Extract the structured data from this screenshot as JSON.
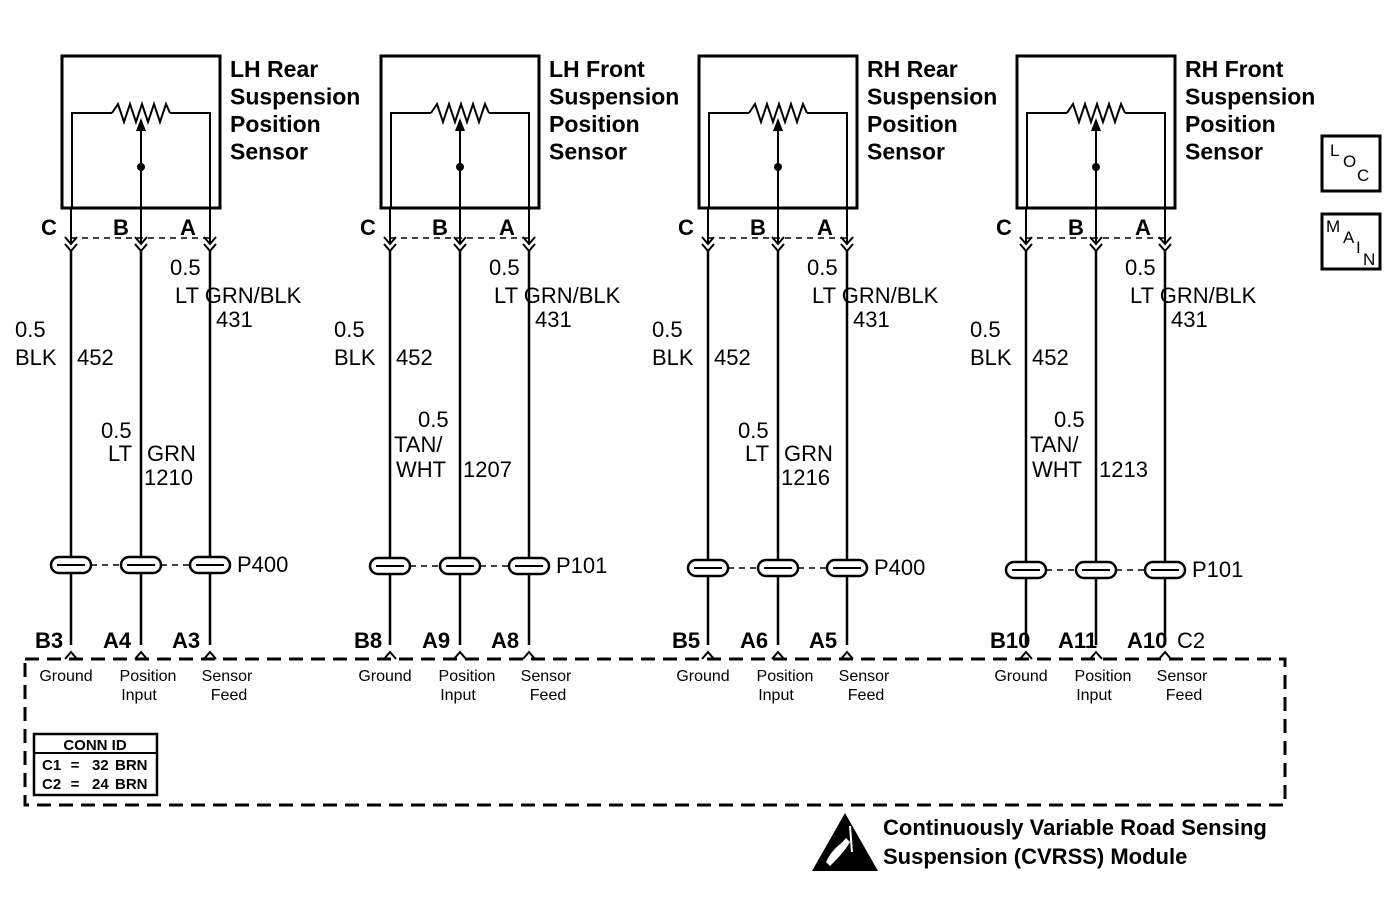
{
  "sensors": [
    {
      "name_lines": [
        "LH Rear",
        "Suspension",
        "Position",
        "Sensor"
      ],
      "pins": {
        "c": "C",
        "b": "B",
        "a": "A"
      },
      "wire_c": {
        "size": "0.5",
        "color_lines": [
          "BLK"
        ],
        "circuit": "452"
      },
      "wire_b": {
        "size": "0.5",
        "color_lines": [
          "LT",
          "GRN"
        ],
        "circuit": "1210"
      },
      "wire_a": {
        "size": "0.5",
        "color_lines": [
          "LT GRN/BLK"
        ],
        "circuit": "431"
      },
      "connector": "P400",
      "module_pins": [
        "B3",
        "A4",
        "A3"
      ],
      "functions": [
        [
          "Ground"
        ],
        [
          "Position",
          "Input"
        ],
        [
          "Sensor",
          "Feed"
        ]
      ]
    },
    {
      "name_lines": [
        "LH Front",
        "Suspension",
        "Position",
        "Sensor"
      ],
      "pins": {
        "c": "C",
        "b": "B",
        "a": "A"
      },
      "wire_c": {
        "size": "0.5",
        "color_lines": [
          "BLK"
        ],
        "circuit": "452"
      },
      "wire_b": {
        "size": "0.5",
        "color_lines": [
          "TAN/",
          "WHT"
        ],
        "circuit": "1207"
      },
      "wire_a": {
        "size": "0.5",
        "color_lines": [
          "LT GRN/BLK"
        ],
        "circuit": "431"
      },
      "connector": "P101",
      "module_pins": [
        "B8",
        "A9",
        "A8"
      ],
      "functions": [
        [
          "Ground"
        ],
        [
          "Position",
          "Input"
        ],
        [
          "Sensor",
          "Feed"
        ]
      ]
    },
    {
      "name_lines": [
        "RH Rear",
        "Suspension",
        "Position",
        "Sensor"
      ],
      "pins": {
        "c": "C",
        "b": "B",
        "a": "A"
      },
      "wire_c": {
        "size": "0.5",
        "color_lines": [
          "BLK"
        ],
        "circuit": "452"
      },
      "wire_b": {
        "size": "0.5",
        "color_lines": [
          "LT",
          "GRN"
        ],
        "circuit": "1216"
      },
      "wire_a": {
        "size": "0.5",
        "color_lines": [
          "LT GRN/BLK"
        ],
        "circuit": "431"
      },
      "connector": "P400",
      "module_pins": [
        "B5",
        "A6",
        "A5"
      ],
      "functions": [
        [
          "Ground"
        ],
        [
          "Position",
          "Input"
        ],
        [
          "Sensor",
          "Feed"
        ]
      ]
    },
    {
      "name_lines": [
        "RH Front",
        "Suspension",
        "Position",
        "Sensor"
      ],
      "pins": {
        "c": "C",
        "b": "B",
        "a": "A"
      },
      "wire_c": {
        "size": "0.5",
        "color_lines": [
          "BLK"
        ],
        "circuit": "452"
      },
      "wire_b": {
        "size": "0.5",
        "color_lines": [
          "TAN/",
          "WHT"
        ],
        "circuit": "1213"
      },
      "wire_a": {
        "size": "0.5",
        "color_lines": [
          "LT GRN/BLK"
        ],
        "circuit": "431"
      },
      "connector": "P101",
      "module_pins": [
        "B10",
        "A11",
        "A10"
      ],
      "module_extra": "C2",
      "functions": [
        [
          "Ground"
        ],
        [
          "Position",
          "Input"
        ],
        [
          "Sensor",
          "Feed"
        ]
      ]
    }
  ],
  "module": {
    "title_lines": [
      "Continuously Variable Road Sensing",
      "Suspension (CVRSS) Module"
    ],
    "esd_icon": "esd-warning-icon"
  },
  "conn_id": {
    "header": "CONN ID",
    "rows": [
      {
        "id": "C1",
        "eq": "=",
        "pins": "32",
        "color": "BRN"
      },
      {
        "id": "C2",
        "eq": "=",
        "pins": "24",
        "color": "BRN"
      }
    ]
  },
  "nav": {
    "loc": [
      "L",
      "O",
      "C"
    ],
    "main": [
      "M",
      "A",
      "I",
      "N"
    ]
  }
}
